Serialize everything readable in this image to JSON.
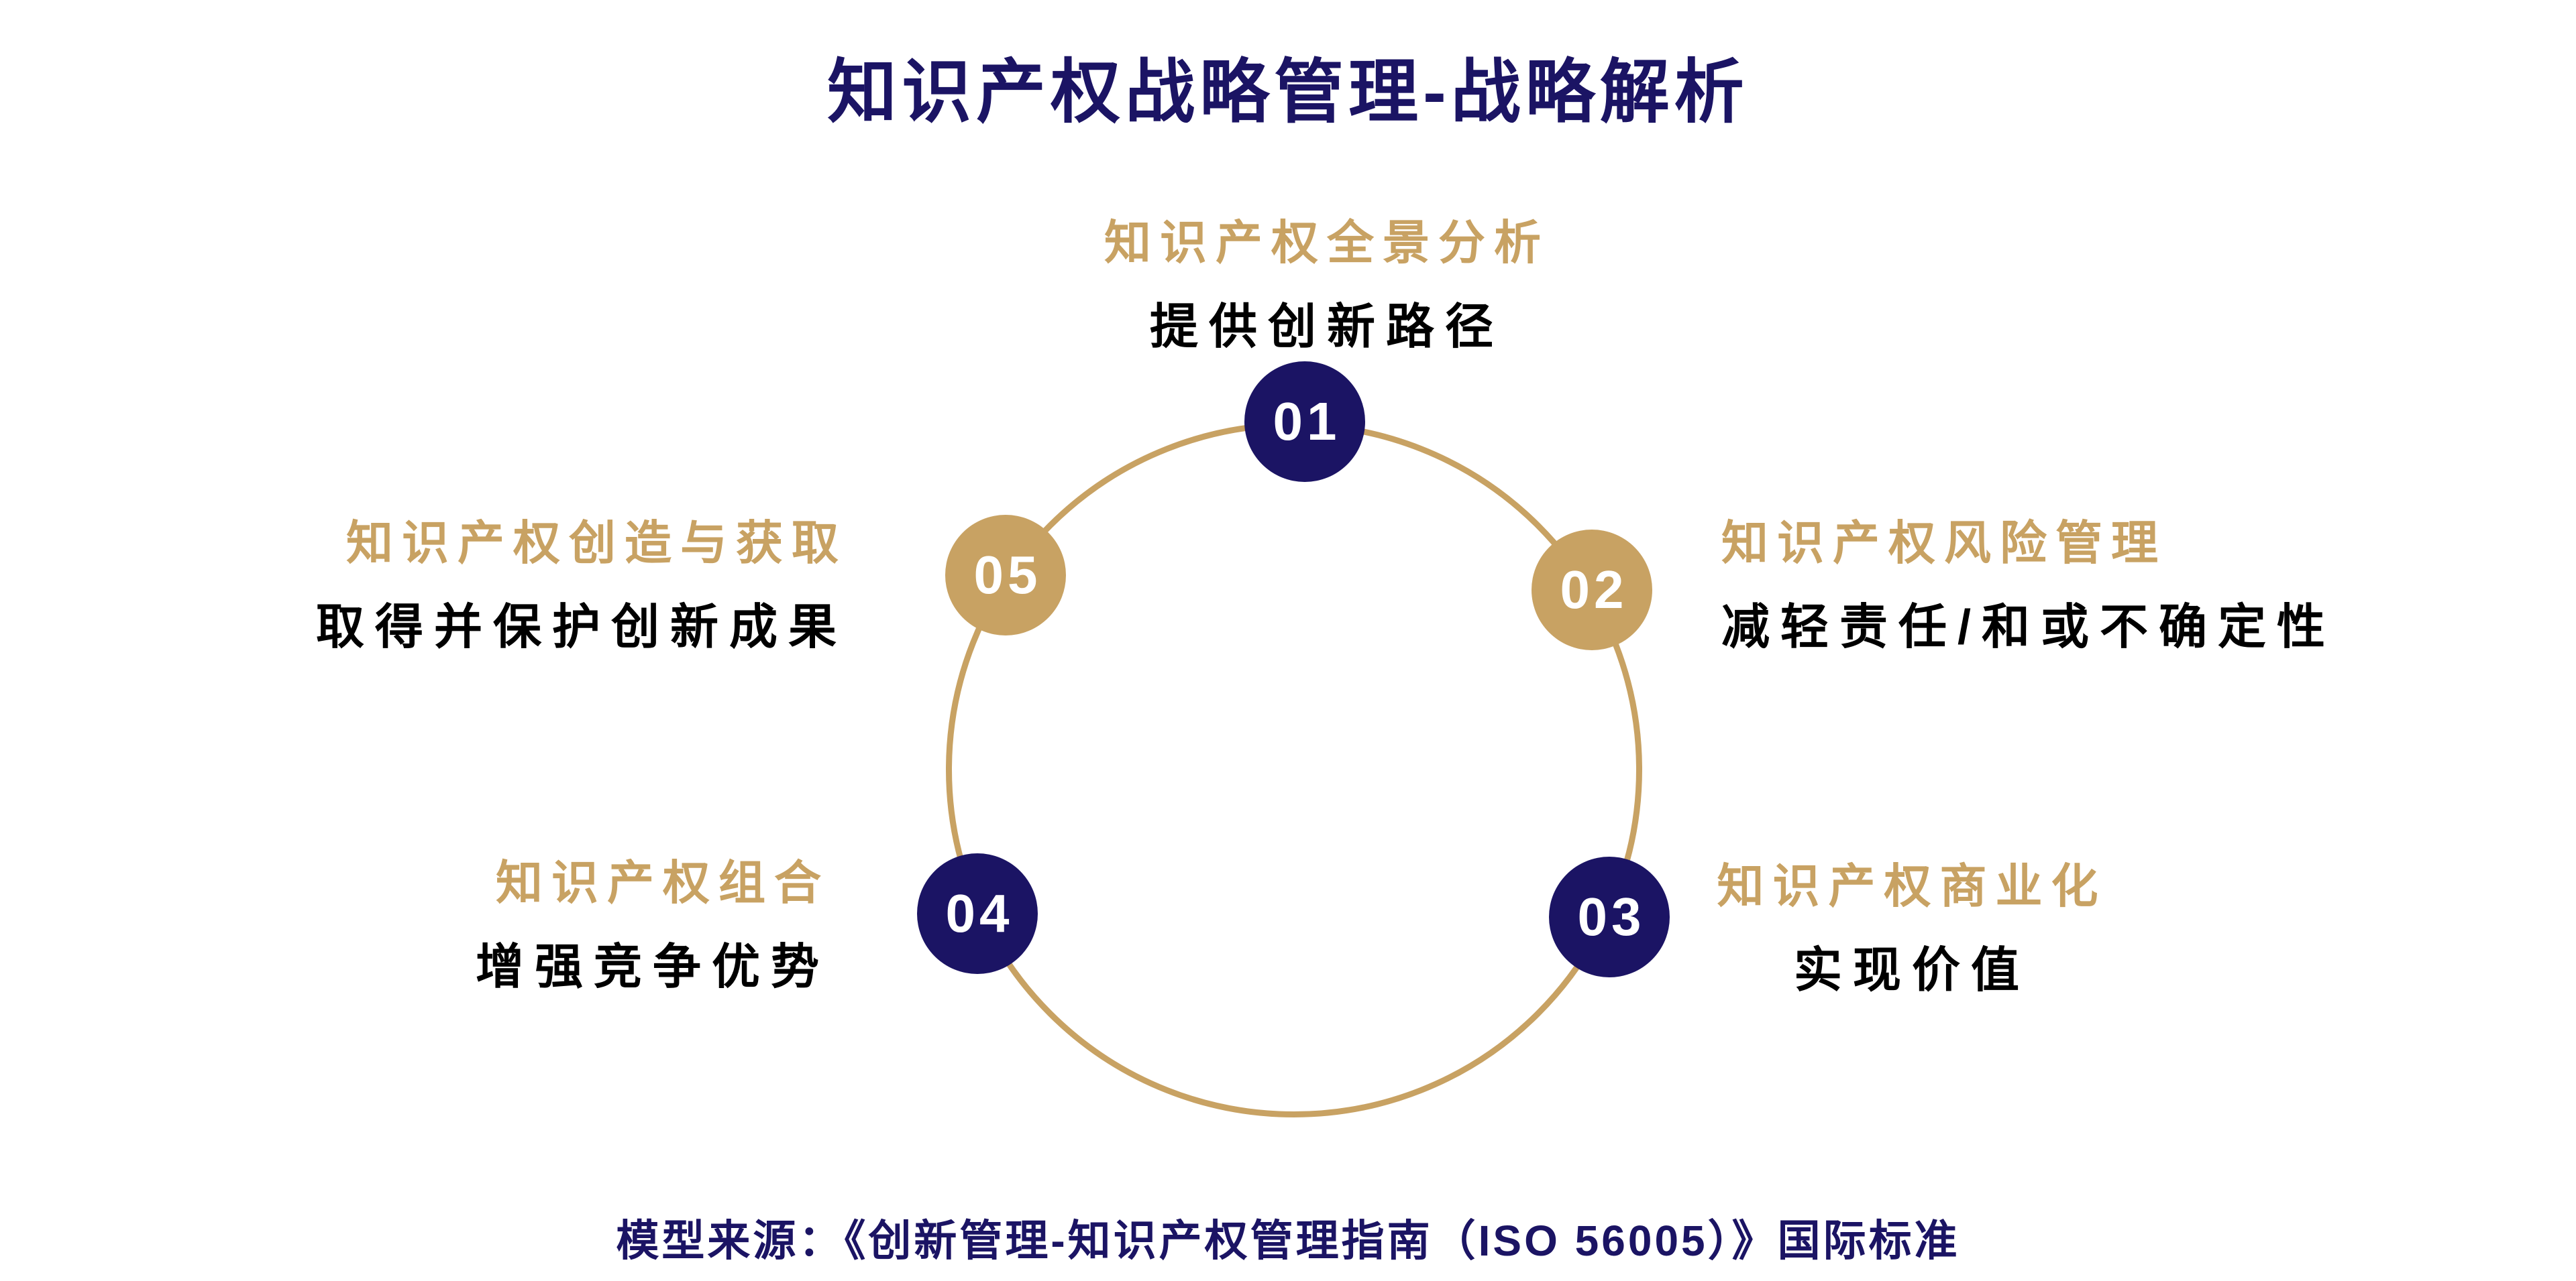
{
  "title": "知识产权战略管理-战略解析",
  "source": "模型来源：《创新管理-知识产权管理指南（ISO 56005）》国际标准",
  "colors": {
    "navy": "#1b1464",
    "gold": "#c8a263",
    "text_black": "#000000",
    "number_white": "#ffffff",
    "background": "#ffffff"
  },
  "nodes": [
    {
      "number": "01",
      "color": "navy",
      "title": "知识产权全景分析",
      "description": "提供创新路径"
    },
    {
      "number": "02",
      "color": "gold",
      "title": "知识产权风险管理",
      "description": "减轻责任/和或不确定性"
    },
    {
      "number": "03",
      "color": "navy",
      "title": "知识产权商业化",
      "description": "实现价值"
    },
    {
      "number": "04",
      "color": "navy",
      "title": "知识产权组合",
      "description": "增强竞争优势"
    },
    {
      "number": "05",
      "color": "gold",
      "title": "知识产权创造与获取",
      "description": "取得并保护创新成果"
    }
  ]
}
